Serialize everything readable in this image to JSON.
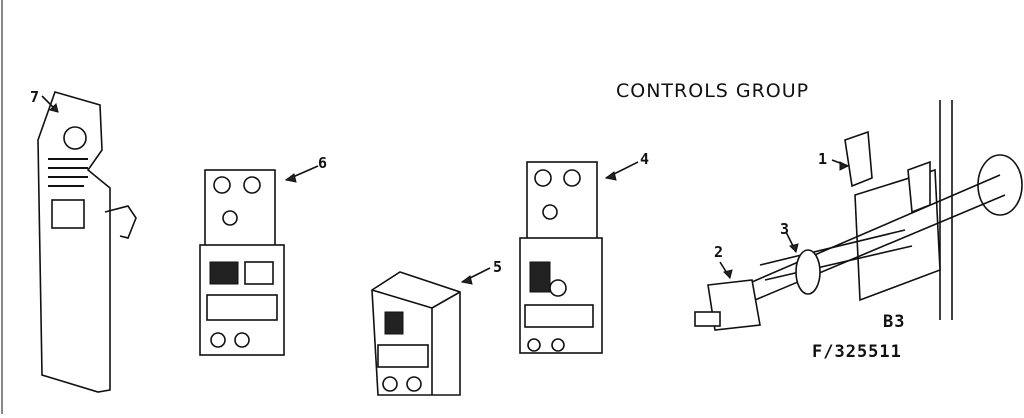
{
  "diagram": {
    "title": "CONTROLS GROUP",
    "section_code": "B3",
    "part_number": "F/325511",
    "callouts": [
      "1",
      "2",
      "3",
      "4",
      "5",
      "6",
      "7"
    ]
  }
}
